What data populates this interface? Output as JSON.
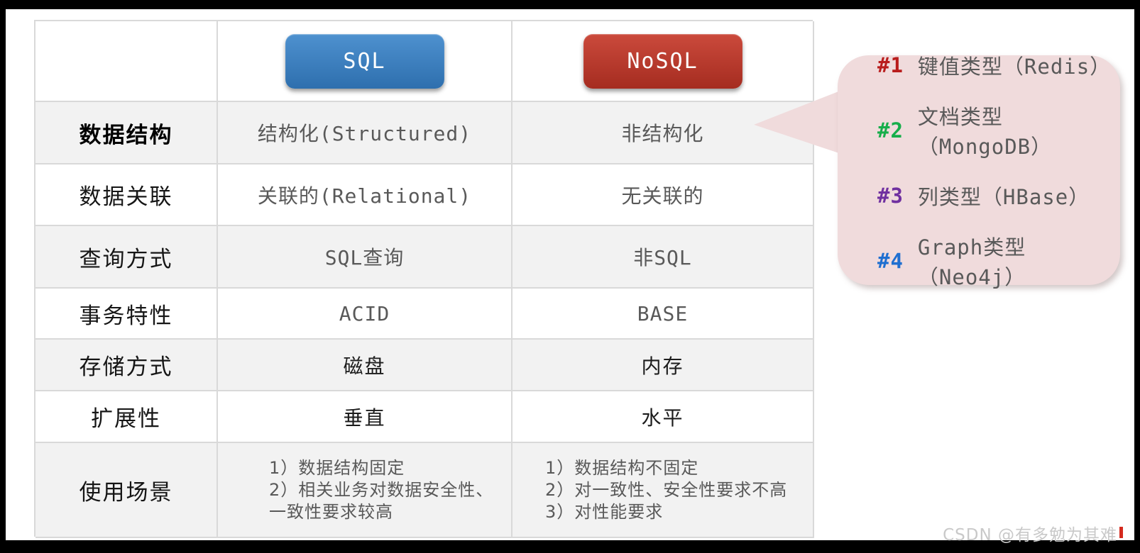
{
  "table": {
    "header": {
      "sql_label": "SQL",
      "nosql_label": "NoSQL",
      "sql_color": "#2e6fae",
      "nosql_color": "#a52c20"
    },
    "rows": [
      {
        "label": "数据结构",
        "sql": "结构化(Structured)",
        "nosql": "非结构化"
      },
      {
        "label": "数据关联",
        "sql": "关联的(Relational)",
        "nosql": "无关联的"
      },
      {
        "label": "查询方式",
        "sql": "SQL查询",
        "nosql": "非SQL"
      },
      {
        "label": "事务特性",
        "sql": "ACID",
        "nosql": "BASE"
      },
      {
        "label": "存储方式",
        "sql": "磁盘",
        "nosql": "内存"
      },
      {
        "label": "扩展性",
        "sql": "垂直",
        "nosql": "水平"
      },
      {
        "label": "使用场景",
        "sql_lines": [
          "1）数据结构固定",
          "2）相关业务对数据安全性、",
          "一致性要求较高"
        ],
        "nosql_lines": [
          "1）数据结构不固定",
          "2）对一致性、安全性要求不高",
          "3）对性能要求"
        ]
      }
    ],
    "stripe_color": "#f2f2f2",
    "grid_color": "#d9d9d9"
  },
  "callout": {
    "bg_color": "#f0dbdc",
    "items": [
      {
        "tag": "#1",
        "tag_color": "#b91d1d",
        "text": "键值类型（Redis）"
      },
      {
        "tag": "#2",
        "tag_color": "#17ae4b",
        "text": "文档类型（MongoDB）"
      },
      {
        "tag": "#3",
        "tag_color": "#7030a0",
        "text": "列类型（HBase）"
      },
      {
        "tag": "#4",
        "tag_color": "#1f6fd0",
        "text": "Graph类型（Neo4j）"
      }
    ]
  },
  "watermark": {
    "text": "CSDN @有多勉为其难"
  }
}
